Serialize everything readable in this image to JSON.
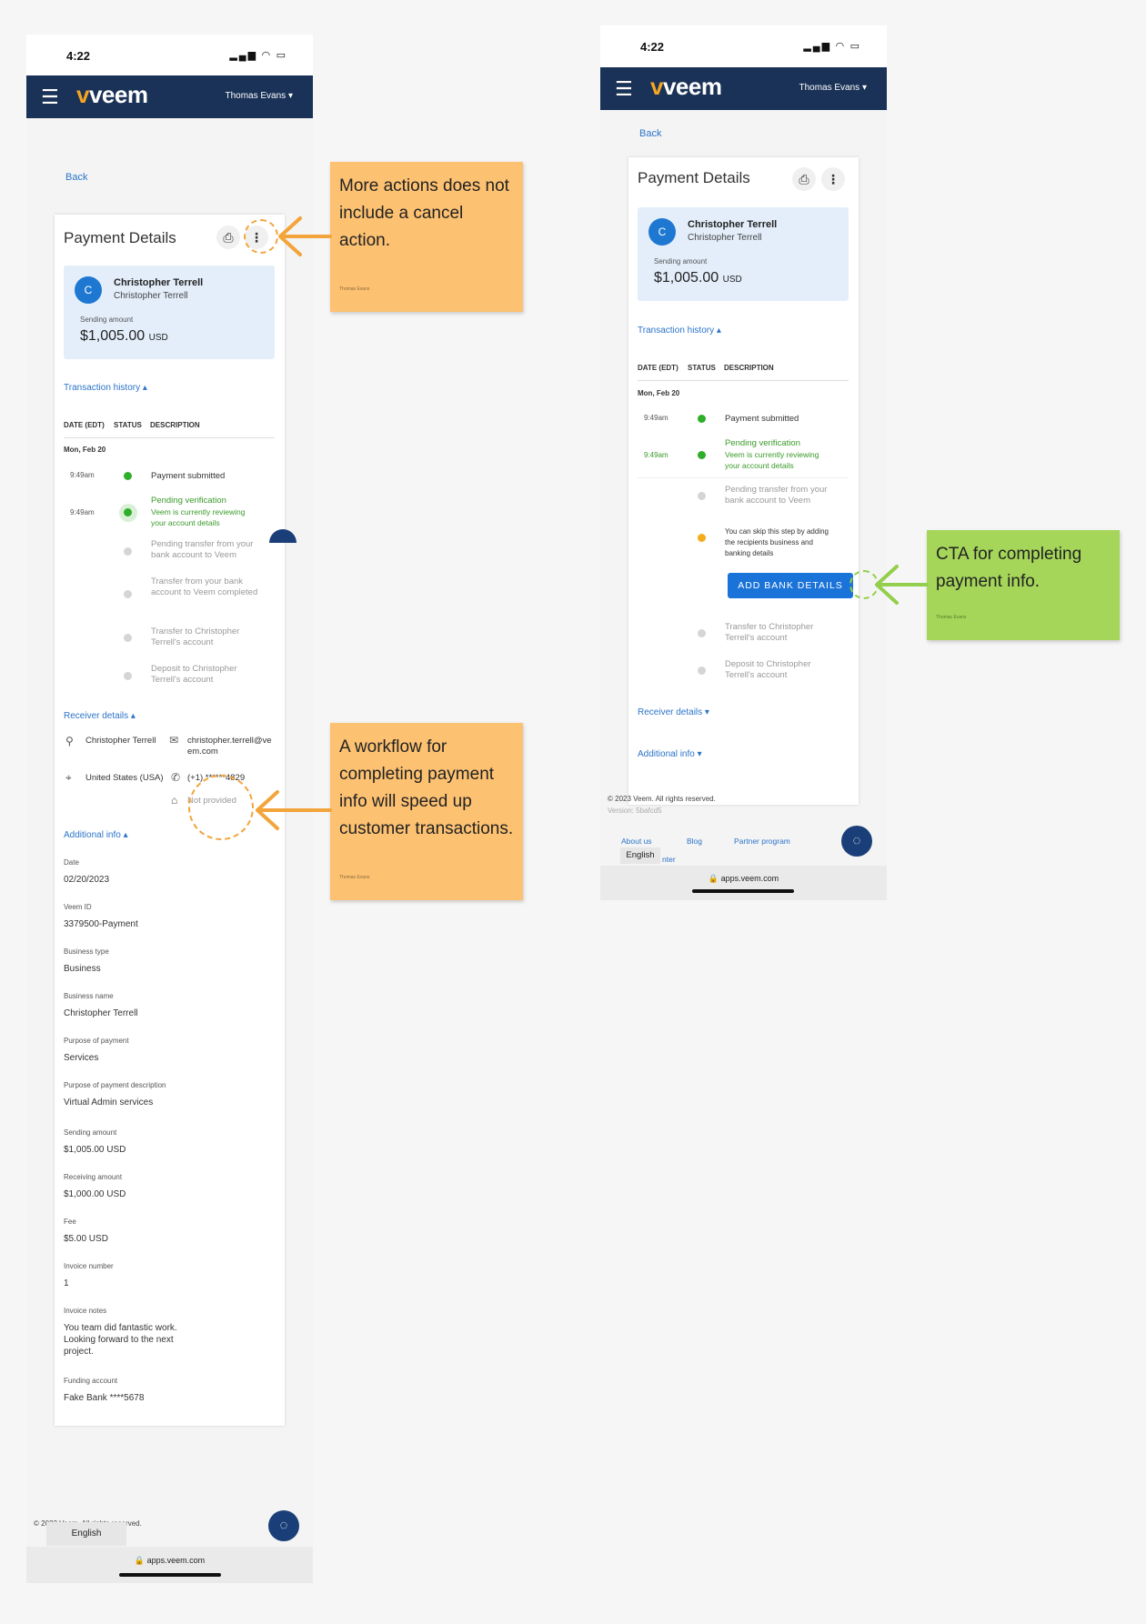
{
  "phone": {
    "time": "4:22",
    "brand": "veem",
    "user": "Thomas Evans",
    "url": "apps.veem.com"
  },
  "page": {
    "back": "Back",
    "title": "Payment Details",
    "recipient_initial": "C",
    "recipient_name": "Christopher Terrell",
    "recipient_sub": "Christopher Terrell",
    "sending_label": "Sending amount",
    "sending_amount": "$1,005.00",
    "sending_currency": "USD",
    "transaction_history": "Transaction history",
    "col_date": "DATE (EDT)",
    "col_status": "STATUS",
    "col_desc": "DESCRIPTION",
    "day": "Mon, Feb 20",
    "steps": [
      {
        "time": "9:49am",
        "title": "Payment submitted"
      },
      {
        "time": "9:49am",
        "title": "Pending verification",
        "sub": "Veem is currently reviewing your account details"
      },
      {
        "title": "Pending transfer from your bank account to Veem"
      },
      {
        "title": "Transfer from your bank account to Veem completed"
      },
      {
        "title": "Transfer to Christopher Terrell's account"
      },
      {
        "title": "Deposit to Christopher Terrell's account"
      }
    ],
    "skip_text": "You can skip this step by adding the recipients business and banking details",
    "add_bank": "ADD BANK DETAILS",
    "receiver_details": "Receiver details",
    "receiver_name": "Christopher Terrell",
    "receiver_email": "christopher.terrell@veem.com",
    "receiver_country": "United States (USA)",
    "receiver_phone": "(+1) ******4829",
    "not_provided": "Not provided",
    "additional_info": "Additional info",
    "fields": [
      {
        "label": "Date",
        "value": "02/20/2023"
      },
      {
        "label": "Veem ID",
        "value": "3379500-Payment"
      },
      {
        "label": "Business type",
        "value": "Business"
      },
      {
        "label": "Business name",
        "value": "Christopher Terrell"
      },
      {
        "label": "Purpose of payment",
        "value": "Services"
      },
      {
        "label": "Purpose of payment description",
        "value": "Virtual Admin services"
      },
      {
        "label": "Sending amount",
        "value": "$1,005.00 USD"
      },
      {
        "label": "Receiving amount",
        "value": "$1,000.00 USD"
      },
      {
        "label": "Fee",
        "value": "$5.00 USD"
      },
      {
        "label": "Invoice number",
        "value": "1"
      },
      {
        "label": "Invoice notes",
        "value": "You team did fantastic work. Looking forward to the next project."
      },
      {
        "label": "Funding account",
        "value": "Fake Bank ****5678"
      }
    ],
    "copyright_left": "© 2023 Veem. All rights reserved.",
    "copyright": "© 2023 Veem. All rights reserved.",
    "version": "Version: 5bafcd5",
    "footer_links": [
      "About us",
      "Blog",
      "Partner program"
    ],
    "footer_partial": "nter",
    "language": "English"
  },
  "notes": {
    "note1": "More actions does not include a cancel action.",
    "note2": "A workflow for completing payment info will speed up customer transactions.",
    "note3": "CTA for completing payment info.",
    "author": "Thomas Evans"
  },
  "colors": {
    "navbar": "#1a3257",
    "accent_blue": "#1a73d9",
    "note_orange": "#fdc172",
    "note_green": "#a5d65a",
    "status_green": "#2fae2a",
    "status_yellow": "#f3ac1b"
  }
}
